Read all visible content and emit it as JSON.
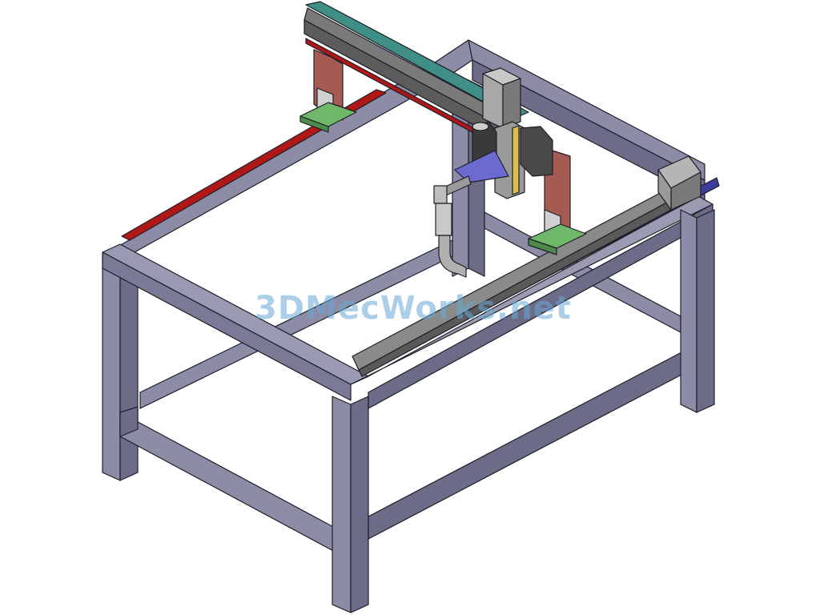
{
  "watermark": "3DMecWorks.net",
  "colors": {
    "frame_top": "#8c8ca6",
    "frame_side": "#6c6c88",
    "frame_dark": "#4e4e66",
    "rail_red": "#b01818",
    "beam_teal": "#3f8f86",
    "plate_red": "#a55a52",
    "bracket_green": "#6fb86a",
    "track_blue": "#3c3c9c",
    "actuator_gray": "#8a8a8a",
    "motor_gray": "#9a9a9a"
  },
  "icons": [
    "gantry-frame",
    "linear-actuator",
    "stepper-motor",
    "vacuum-nozzle"
  ]
}
